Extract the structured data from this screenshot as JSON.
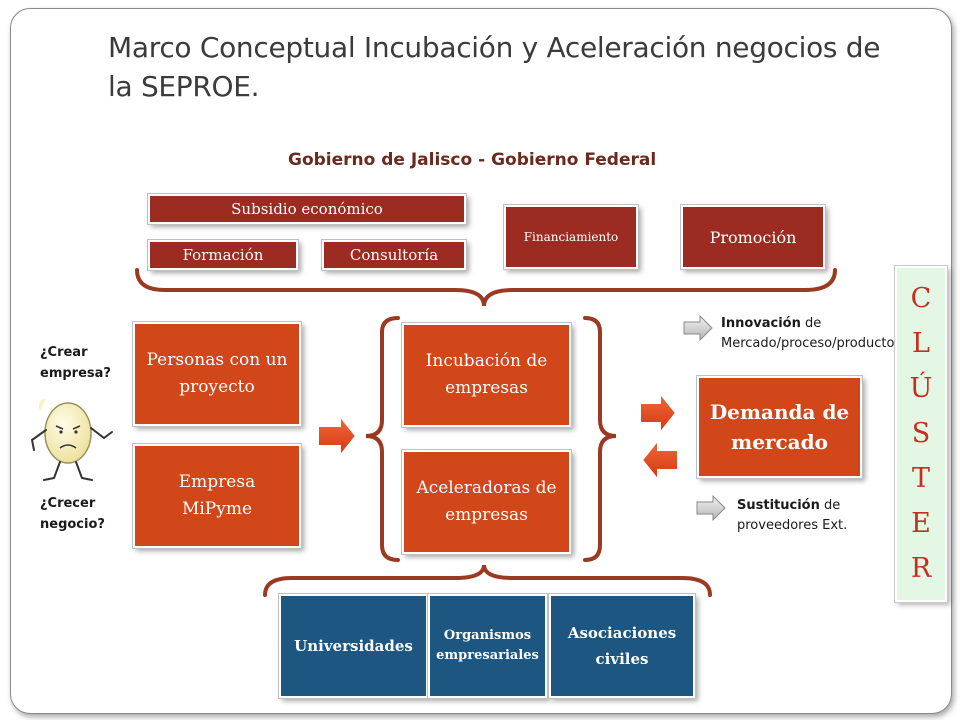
{
  "title": "Marco Conceptual Incubación y Aceleración negocios de la SEPROE.",
  "subtitle": "Gobierno de Jalisco -  Gobierno Federal",
  "top_boxes": {
    "subsidio": "Subsidio económico",
    "formacion": "Formación",
    "consultoria": "Consultoría",
    "financiamiento": "Financiamiento",
    "promocion": "Promoción"
  },
  "questions": {
    "crear": "¿Crear empresa?",
    "crecer": "¿Crecer negocio?"
  },
  "left_boxes": {
    "personas": "Personas con un proyecto",
    "empresa": "Empresa MiPyme"
  },
  "center_boxes": {
    "incubacion": "Incubación de empresas",
    "aceleradoras": "Aceleradoras de empresas"
  },
  "demanda": "Demanda de mercado",
  "innovacion": {
    "bold": "Innovación",
    "rest": " de Mercado/proceso/producto"
  },
  "sustitucion": {
    "bold": "Sustitución",
    "rest": " de proveedores Ext."
  },
  "bottom_boxes": {
    "universidades": "Universidades",
    "organismos": "Organismos empresariales",
    "asociaciones": "Asociaciones civiles"
  },
  "cluster_letters": [
    "C",
    "L",
    "Ú",
    "S",
    "T",
    "E",
    "R"
  ],
  "colors": {
    "dark_red": "#9c2b22",
    "orange": "#d2471a",
    "navy": "#1d5680",
    "brace": "#9b3a22",
    "arrow": "#e0401b"
  }
}
